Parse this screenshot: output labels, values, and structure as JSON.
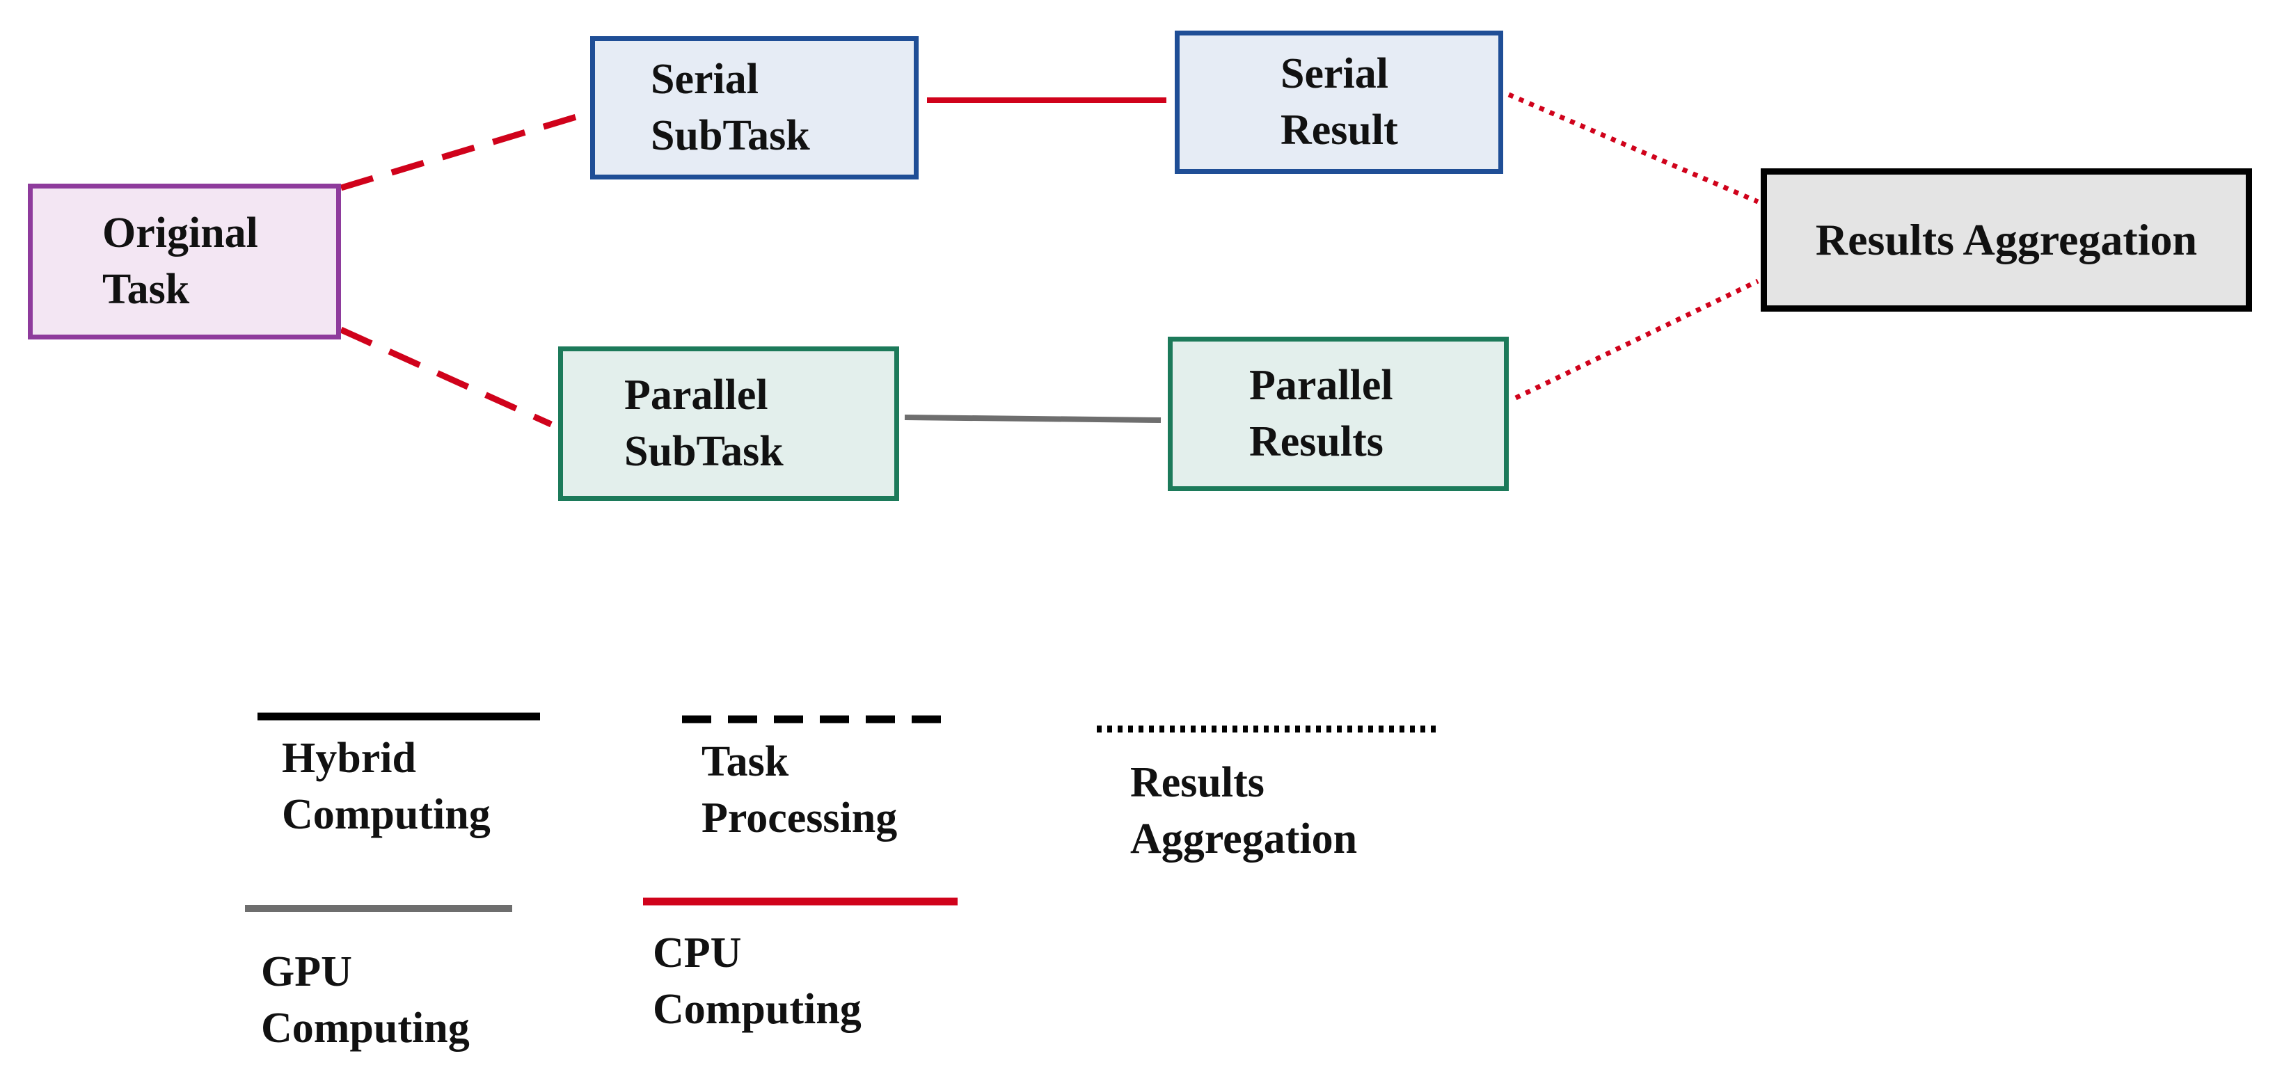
{
  "nodes": {
    "original_task": {
      "line1": "Original",
      "line2": "Task"
    },
    "serial_subtask": {
      "line1": "Serial",
      "line2": "SubTask"
    },
    "serial_result": {
      "line1": "Serial",
      "line2": "Result"
    },
    "parallel_subtask": {
      "line1": "Parallel",
      "line2": "SubTask"
    },
    "parallel_results": {
      "line1": "Parallel",
      "line2": "Results"
    },
    "results_aggregation": {
      "label": "Results Aggregation"
    }
  },
  "legend": {
    "hybrid": {
      "line1": "Hybrid",
      "line2": "Computing"
    },
    "task": {
      "line1": "Task",
      "line2": "Processing"
    },
    "results": {
      "line1": "Results",
      "line2": "Aggregation"
    },
    "gpu": {
      "line1": "GPU",
      "line2": "Computing"
    },
    "cpu": {
      "line1": "CPU",
      "line2": "Computing"
    }
  },
  "colors": {
    "cpu": "#d0021b",
    "gpu": "#6e6e6e",
    "hybrid": "#000000"
  }
}
